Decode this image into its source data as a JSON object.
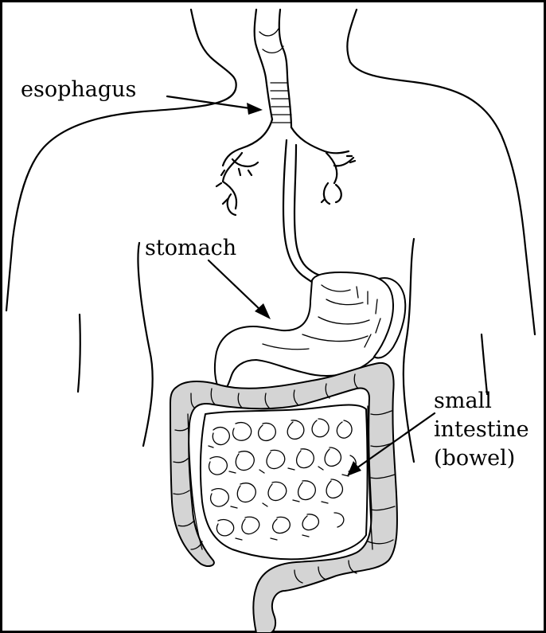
{
  "figure": {
    "labels": {
      "esophagus": "esophagus",
      "stomach": "stomach",
      "small_intestine_line1": "small",
      "small_intestine_line2": "intestine",
      "small_intestine_line3": "(bowel)"
    },
    "colors": {
      "outline": "#000000",
      "colon_fill": "#d4d4d4",
      "background": "#ffffff"
    }
  }
}
